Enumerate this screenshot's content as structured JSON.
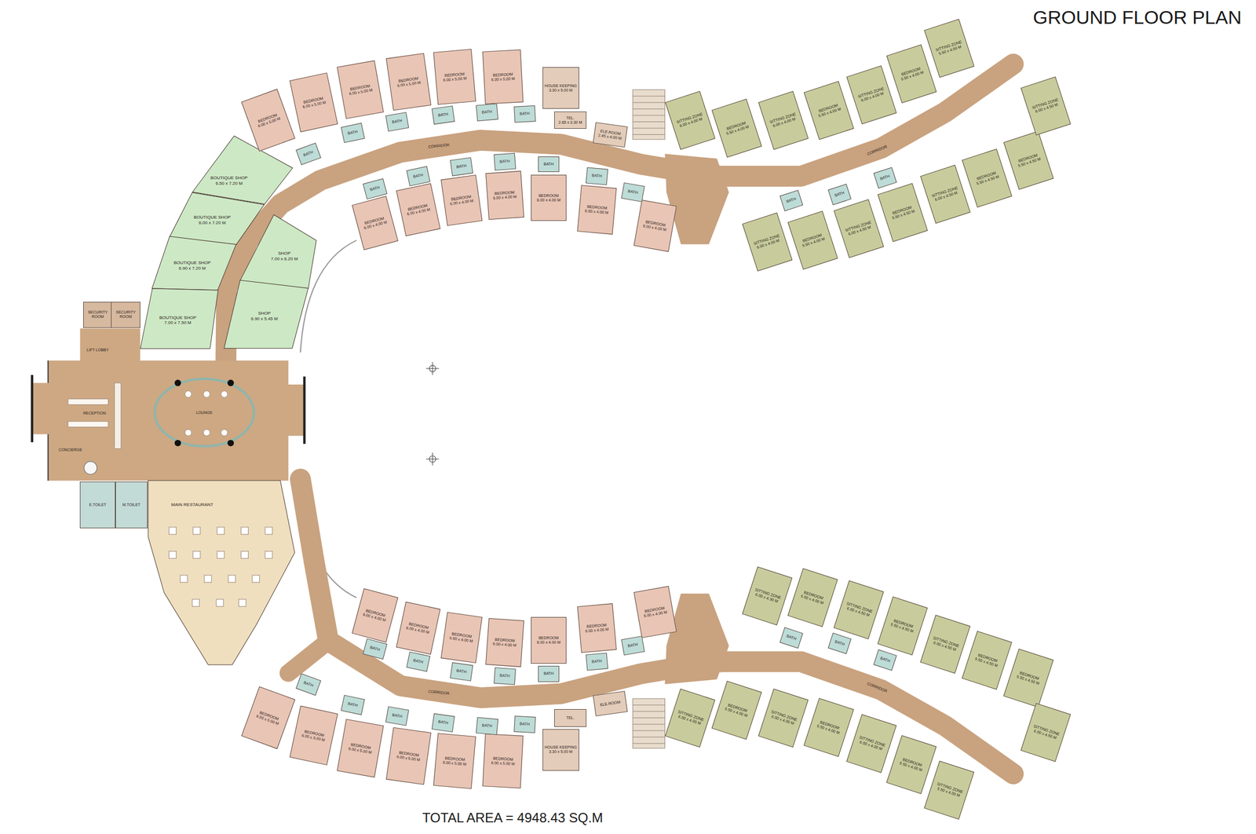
{
  "diagram": {
    "title": "GROUND FLOOR PLAN",
    "caption": "TOTAL AREA =  4948.43 SQ.M",
    "nodes": [
      {
        "text": [
          "SECURITY ROOM"
        ]
      },
      {
        "text": [
          "SECURITY ROOM"
        ]
      },
      {
        "text": [
          "E.TOILET"
        ]
      },
      {
        "text": [
          "M.TOILET"
        ]
      },
      {
        "text": [
          "BOUTIQUE SHOP",
          "6.50 x 7.20 M"
        ]
      },
      {
        "text": [
          "BOUTIQUE SHOP",
          "6.00 x 7.20 M"
        ]
      },
      {
        "text": [
          "BOUTIQUE SHOP",
          "6.90 x 7.20 M"
        ]
      },
      {
        "text": [
          "BOUTIQUE SHOP",
          "7.00 x 7.50 M"
        ]
      },
      {
        "text": [
          "SHOP",
          "7.00 x 6.20 M"
        ]
      },
      {
        "text": [
          "SHOP",
          "6.90 x 5.45 M"
        ]
      },
      {
        "text": [
          "BEDROOM",
          "6.00 x 5.00 M"
        ]
      },
      {
        "text": [
          "BEDROOM",
          "6.00 x 5.00 M"
        ]
      },
      {
        "text": [
          "BEDROOM",
          "6.00 x 5.00 M"
        ]
      },
      {
        "text": [
          "BEDROOM",
          "6.00 x 5.00 M"
        ]
      },
      {
        "text": [
          "BEDROOM",
          "6.00 x 5.00 M"
        ]
      },
      {
        "text": [
          "BEDROOM",
          "6.00 x 5.00 M"
        ]
      },
      {
        "text": [
          "HOUSE KEEPING",
          "3.30 x 5.00 M"
        ]
      },
      {
        "text": [
          "TEL.",
          "2.65 x 3.30 M"
        ]
      },
      {
        "text": [
          "ELE.ROOM",
          "2.45 x 4.00 M"
        ]
      },
      {
        "text": [
          "BATH"
        ]
      },
      {
        "text": [
          "BATH"
        ]
      },
      {
        "text": [
          "BATH"
        ]
      },
      {
        "text": [
          "BATH"
        ]
      },
      {
        "text": [
          "BATH"
        ]
      },
      {
        "text": [
          "BATH"
        ]
      },
      {
        "text": [
          "BEDROOM",
          "6.00 x 4.00 M"
        ]
      },
      {
        "text": [
          "BEDROOM",
          "6.00 x 4.00 M"
        ]
      },
      {
        "text": [
          "BEDROOM",
          "6.00 x 4.00 M"
        ]
      },
      {
        "text": [
          "BEDROOM",
          "6.00 x 4.00 M"
        ]
      },
      {
        "text": [
          "BEDROOM",
          "6.00 x 4.00 M"
        ]
      },
      {
        "text": [
          "BEDROOM",
          "6.00 x 4.00 M"
        ]
      },
      {
        "text": [
          "BEDROOM",
          "6.00 x 4.00 M"
        ]
      },
      {
        "text": [
          "BATH"
        ]
      },
      {
        "text": [
          "BATH"
        ]
      },
      {
        "text": [
          "BATH"
        ]
      },
      {
        "text": [
          "BATH"
        ]
      },
      {
        "text": [
          "BATH"
        ]
      },
      {
        "text": [
          "BATH"
        ]
      },
      {
        "text": [
          "BATH"
        ]
      },
      {
        "text": [
          "SITTING ZONE",
          "6.00 x 4.00 M"
        ]
      },
      {
        "text": [
          "BEDROOM",
          "5.50 x 4.00 M"
        ]
      },
      {
        "text": [
          "SITTING ZONE",
          "6.00 x 4.00 M"
        ]
      },
      {
        "text": [
          "BEDROOM",
          "5.50 x 4.00 M"
        ]
      },
      {
        "text": [
          "SITTING ZONE",
          "6.00 x 4.00 M"
        ]
      },
      {
        "text": [
          "BEDROOM",
          "5.50 x 4.00 M"
        ]
      },
      {
        "text": [
          "SITTING ZONE",
          "5.50 x 4.00 M"
        ]
      },
      {
        "text": [
          "SITTING ZONE",
          "6.00 x 4.00 M"
        ]
      },
      {
        "text": [
          "BEDROOM",
          "5.50 x 4.00 M"
        ]
      },
      {
        "text": [
          "SITTING ZONE",
          "6.00 x 4.50 M"
        ]
      },
      {
        "text": [
          "BEDROOM",
          "5.50 x 4.50 M"
        ]
      },
      {
        "text": [
          "SITTING ZONE",
          "6.00 x 4.50 M"
        ]
      },
      {
        "text": [
          "BEDROOM",
          "5.50 x 4.50 M"
        ]
      },
      {
        "text": [
          "BEDROOM",
          "5.50 x 4.50 M"
        ]
      },
      {
        "text": [
          "SITTING ZONE",
          "6.00 x 4.50 M"
        ]
      },
      {
        "text": [
          "BATH"
        ]
      },
      {
        "text": [
          "BATH"
        ]
      },
      {
        "text": [
          "BATH"
        ]
      },
      {
        "text": [
          "MAIN RESTAURANT"
        ]
      },
      {
        "text": [
          "BEDROOM",
          "6.00 x 5.00 M"
        ]
      },
      {
        "text": [
          "BEDROOM",
          "6.00 x 5.00 M"
        ]
      },
      {
        "text": [
          "BEDROOM",
          "6.00 x 5.00 M"
        ]
      },
      {
        "text": [
          "BEDROOM",
          "6.00 x 5.00 M"
        ]
      },
      {
        "text": [
          "BEDROOM",
          "6.00 x 5.00 M"
        ]
      },
      {
        "text": [
          "BEDROOM",
          "6.00 x 5.00 M"
        ]
      },
      {
        "text": [
          "HOUSE KEEPING",
          "3.30 x 5.00 M"
        ]
      },
      {
        "text": [
          "TEL."
        ]
      },
      {
        "text": [
          "ELE.ROOM"
        ]
      },
      {
        "text": [
          "BATH"
        ]
      },
      {
        "text": [
          "BATH"
        ]
      },
      {
        "text": [
          "BATH"
        ]
      },
      {
        "text": [
          "BATH"
        ]
      },
      {
        "text": [
          "BATH"
        ]
      },
      {
        "text": [
          "BATH"
        ]
      },
      {
        "text": [
          "BEDROOM",
          "6.00 x 4.00 M"
        ]
      },
      {
        "text": [
          "BEDROOM",
          "6.00 x 4.00 M"
        ]
      },
      {
        "text": [
          "BEDROOM",
          "6.00 x 4.00 M"
        ]
      },
      {
        "text": [
          "BEDROOM",
          "6.00 x 4.00 M"
        ]
      },
      {
        "text": [
          "BEDROOM",
          "6.00 x 4.00 M"
        ]
      },
      {
        "text": [
          "BEDROOM",
          "6.00 x 4.00 M"
        ]
      },
      {
        "text": [
          "BEDROOM",
          "6.00 x 4.00 M"
        ]
      },
      {
        "text": [
          "BATH"
        ]
      },
      {
        "text": [
          "BATH"
        ]
      },
      {
        "text": [
          "BATH"
        ]
      },
      {
        "text": [
          "BATH"
        ]
      },
      {
        "text": [
          "BATH"
        ]
      },
      {
        "text": [
          "BATH"
        ]
      },
      {
        "text": [
          "BATH"
        ]
      },
      {
        "text": [
          "SITTING ZONE",
          "6.00 x 4.00 M"
        ]
      },
      {
        "text": [
          "BEDROOM",
          "5.50 x 4.00 M"
        ]
      },
      {
        "text": [
          "SITTING ZONE",
          "6.00 x 4.00 M"
        ]
      },
      {
        "text": [
          "BEDROOM",
          "5.50 x 4.00 M"
        ]
      },
      {
        "text": [
          "SITTING ZONE",
          "6.00 x 4.00 M"
        ]
      },
      {
        "text": [
          "BEDROOM",
          "5.50 x 4.00 M"
        ]
      },
      {
        "text": [
          "SITTING ZONE",
          "5.50 x 4.00 M"
        ]
      },
      {
        "text": [
          "SITTING ZONE",
          "6.00 x 4.30 M"
        ]
      },
      {
        "text": [
          "BEDROOM",
          "5.50 x 4.00 M"
        ]
      },
      {
        "text": [
          "SITTING ZONE",
          "6.00 x 4.50 M"
        ]
      },
      {
        "text": [
          "BEDROOM",
          "5.50 x 4.50 M"
        ]
      },
      {
        "text": [
          "SITTING ZONE",
          "6.00 x 4.50 M"
        ]
      },
      {
        "text": [
          "BEDROOM",
          "5.50 x 4.50 M"
        ]
      },
      {
        "text": [
          "BEDROOM",
          "5.50 x 4.50 M"
        ]
      },
      {
        "text": [
          "SITTING ZONE",
          "6.00 x 4.50 M"
        ]
      },
      {
        "text": [
          "BATH"
        ]
      },
      {
        "text": [
          "BATH"
        ]
      },
      {
        "text": [
          "BATH"
        ]
      }
    ],
    "labels": [
      "LIFT LOBBY",
      "RECEPTION",
      "LOUNGE",
      "CONCIERGE",
      "CORRIDOR",
      "CORRIDOR",
      "CORRIDOR",
      "CORRIDOR"
    ]
  }
}
